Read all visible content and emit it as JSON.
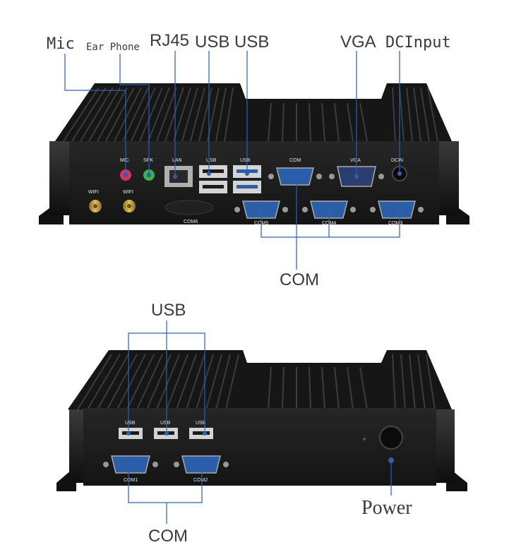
{
  "top_view": {
    "callouts": {
      "mic": "Mic",
      "ear_phone": "Ear Phone",
      "rj45": "RJ45",
      "usb_1": "USB",
      "usb_2": "USB",
      "vga": "VGA",
      "dc_input": "DCInput",
      "com": "COM"
    },
    "port_labels": {
      "wifi_1": "WIFI",
      "wifi_2": "WIFI",
      "mic": "MIC",
      "spk": "SPK",
      "lan": "LAN",
      "usb_1": "USB",
      "usb_2": "USB",
      "com": "COM",
      "vga": "VGA",
      "dcin": "DCIN",
      "com6": "COM6",
      "com5": "COM5",
      "com4": "COM4",
      "com3": "COM3"
    }
  },
  "bottom_view": {
    "callouts": {
      "usb": "USB",
      "com": "COM",
      "power": "Power"
    },
    "port_labels": {
      "usb_1": "USB",
      "usb_2": "USB",
      "usb_3": "USB",
      "com1": "COM1",
      "com2": "COM2"
    }
  },
  "colors": {
    "chassis": "#1c1c1c",
    "leader_line": "#2f5fb0",
    "callout_text": "#3a3a3a",
    "mic_jack": "#d6306a",
    "spk_jack": "#3cb04a",
    "db9_blue": "#2a5ea8"
  }
}
